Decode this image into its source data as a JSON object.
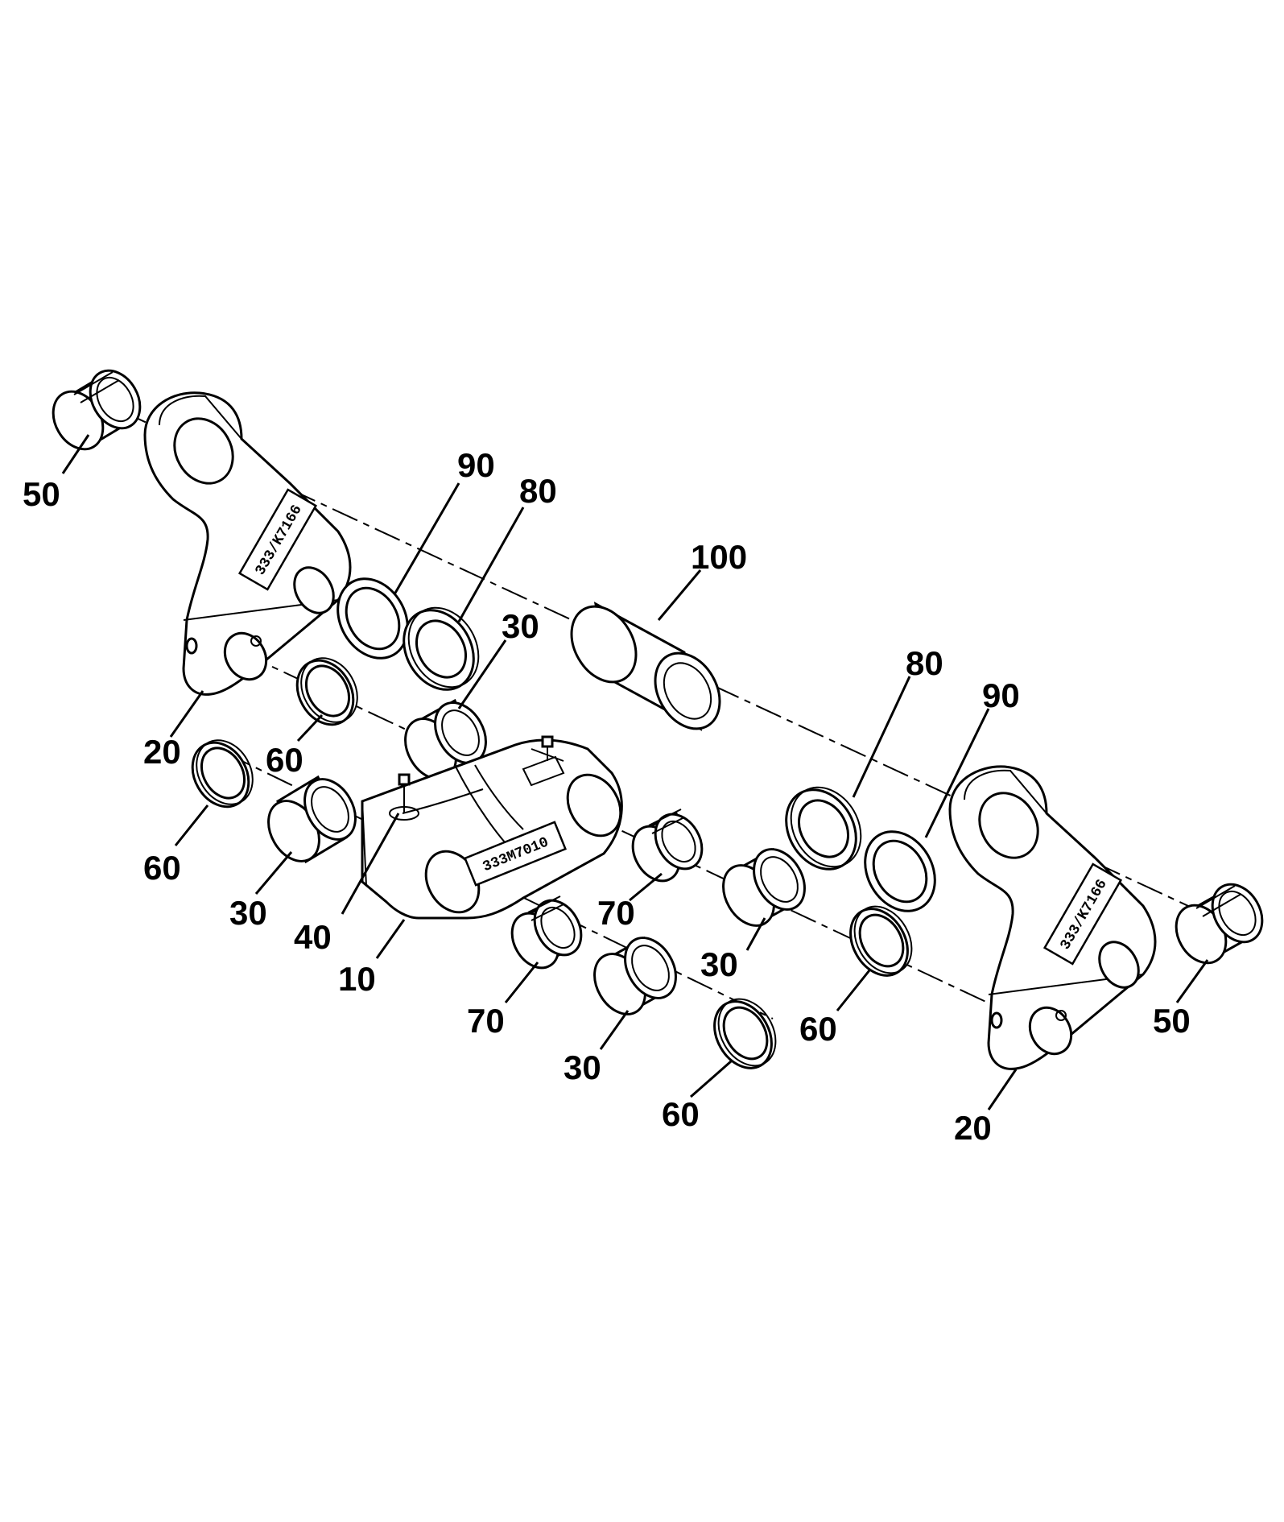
{
  "labels": {
    "l50a": "50",
    "l20a": "20",
    "l90a": "90",
    "l80a": "80",
    "l100": "100",
    "l30a": "30",
    "l60a": "60",
    "l60b": "60",
    "l30b": "30",
    "l40": "40",
    "l10": "10",
    "l80b": "80",
    "l90b": "90",
    "l70a": "70",
    "l30c": "30",
    "l70b": "70",
    "l30d": "30",
    "l60c": "60",
    "l60d": "60",
    "l50b": "50",
    "l20b": "20"
  },
  "plates": {
    "center": "333M7010",
    "link_left": "333/K7166",
    "link_right": "333/K7166"
  },
  "colors": {
    "line": "#000000",
    "background": "#ffffff"
  }
}
